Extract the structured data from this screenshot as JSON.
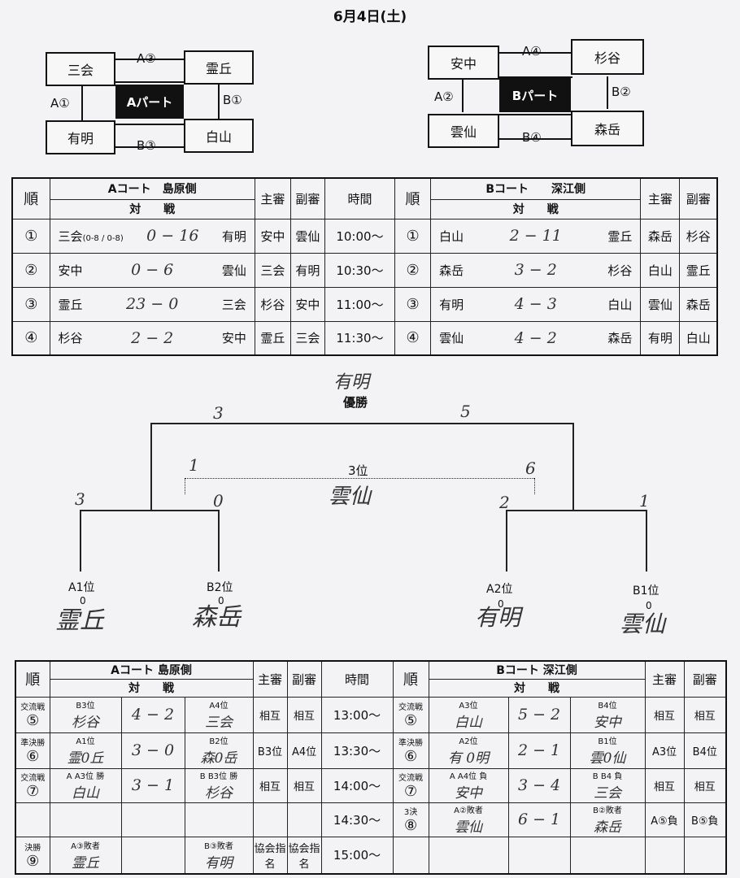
{
  "header": {
    "date": "6月4日(土)"
  },
  "partA": {
    "label": "Aパート",
    "teams": {
      "tl": "三会",
      "tr": "霊丘",
      "bl": "有明",
      "br": "白山"
    },
    "games": {
      "top": "A③",
      "left": "A①",
      "right": "B①",
      "bottom": "B③"
    }
  },
  "partB": {
    "label": "Bパート",
    "teams": {
      "tl": "安中",
      "tr": "杉谷",
      "bl": "雲仙",
      "br": "森岳"
    },
    "games": {
      "top": "A④",
      "left": "A②",
      "right": "B②",
      "bottom": "B④"
    }
  },
  "sched1": {
    "headers": {
      "order": "順",
      "a_court": "Aコート　島原側",
      "vs": "対　　戦",
      "main_ref": "主審",
      "sub_ref": "副審",
      "time": "時間",
      "b_court": "Bコート　　深江側"
    },
    "rows": [
      {
        "no": "①",
        "a_home": "三会",
        "a_sub": "(0-8 / 0-8)",
        "a_score": "0 − 16",
        "a_away": "有明",
        "a_main": "安中",
        "a_assist": "雲仙",
        "time": "10:00〜",
        "b_home": "白山",
        "b_score": "2 − 11",
        "b_away": "霊丘",
        "b_main": "森岳",
        "b_assist": "杉谷"
      },
      {
        "no": "②",
        "a_home": "安中",
        "a_sub": "",
        "a_score": "0 − 6",
        "a_away": "雲仙",
        "a_main": "三会",
        "a_assist": "有明",
        "time": "10:30〜",
        "b_home": "森岳",
        "b_score": "3 − 2",
        "b_away": "杉谷",
        "b_main": "白山",
        "b_assist": "霊丘"
      },
      {
        "no": "③",
        "a_home": "霊丘",
        "a_sub": "",
        "a_score": "23 − 0",
        "a_away": "三会",
        "a_main": "杉谷",
        "a_assist": "安中",
        "time": "11:00〜",
        "b_home": "有明",
        "b_score": "4 − 3",
        "b_away": "白山",
        "b_main": "雲仙",
        "b_assist": "森岳"
      },
      {
        "no": "④",
        "a_home": "杉谷",
        "a_sub": "",
        "a_score": "2 − 2",
        "a_away": "安中",
        "a_main": "霊丘",
        "a_assist": "三会",
        "time": "11:30〜",
        "b_home": "雲仙",
        "b_score": "4 − 2",
        "b_away": "森岳",
        "b_main": "有明",
        "b_assist": "白山"
      }
    ]
  },
  "bracket": {
    "champion_hand": "有明",
    "champion_label": "優勝",
    "final_left": "3",
    "final_right": "5",
    "third_label": "3位",
    "third_left": "1",
    "third_right": "6",
    "third_winner": "雲仙",
    "semi_ll": "3",
    "semi_lr": "0",
    "semi_rl": "2",
    "semi_rr": "1",
    "seeds": [
      {
        "label": "A1位",
        "zero": "0",
        "hand": "霊丘"
      },
      {
        "label": "B2位",
        "zero": "0",
        "hand": "森岳"
      },
      {
        "label": "A2位",
        "zero": "0",
        "hand": "有明"
      },
      {
        "label": "B1位",
        "zero": "0",
        "hand": "雲仙"
      }
    ]
  },
  "sched2": {
    "headers": {
      "order": "順",
      "a_court": "Aコート 島原側",
      "vs": "対　　戦",
      "main_ref": "主審",
      "sub_ref": "副審",
      "time": "時間",
      "b_court": "Bコート 深江側"
    },
    "rows": [
      {
        "a_kind": "交流戦",
        "a_no": "⑤",
        "a_home_lbl": "B3位",
        "a_home": "杉谷",
        "a_score": "4 − 2",
        "a_away_lbl": "A4位",
        "a_away": "三会",
        "a_main": "相互",
        "a_assist": "相互",
        "time": "13:00〜",
        "b_kind": "交流戦",
        "b_no": "⑤",
        "b_home_lbl": "A3位",
        "b_home": "白山",
        "b_score": "5 − 2",
        "b_away_lbl": "B4位",
        "b_away": "安中",
        "b_main": "相互",
        "b_assist": "相互"
      },
      {
        "a_kind": "準決勝",
        "a_no": "⑥",
        "a_home_lbl": "A1位",
        "a_home": "霊0丘",
        "a_score": "3 − 0",
        "a_away_lbl": "B2位",
        "a_away": "森0岳",
        "a_main": "B3位",
        "a_assist": "A4位",
        "time": "13:30〜",
        "b_kind": "準決勝",
        "b_no": "⑥",
        "b_home_lbl": "A2位",
        "b_home": "有 0明",
        "b_score": "2 − 1",
        "b_away_lbl": "B1位",
        "b_away": "雲0仙",
        "b_main": "A3位",
        "b_assist": "B4位"
      },
      {
        "a_kind": "交流戦",
        "a_no": "⑦",
        "a_home_lbl": "A A3位 勝",
        "a_home": "白山",
        "a_score": "3 − 1",
        "a_away_lbl": "B B3位 勝",
        "a_away": "杉谷",
        "a_main": "相互",
        "a_assist": "相互",
        "time": "14:00〜",
        "b_kind": "交流戦",
        "b_no": "⑦",
        "b_home_lbl": "A A4位 負",
        "b_home": "安中",
        "b_score": "3 − 4",
        "b_away_lbl": "B B4 負",
        "b_away": "三会",
        "b_main": "相互",
        "b_assist": "相互"
      },
      {
        "time": "14:30〜",
        "b_kind": "3決",
        "b_no": "⑧",
        "b_home_lbl": "A②敗者",
        "b_home": "雲仙",
        "b_score": "6 − 1",
        "b_away_lbl": "B②敗者",
        "b_away": "森岳",
        "b_main": "A⑤負",
        "b_assist": "B⑤負"
      },
      {
        "a_kind": "決勝",
        "a_no": "⑨",
        "a_home_lbl": "A③敗者",
        "a_home": "霊丘",
        "a_away_lbl": "B③敗者",
        "a_away": "有明",
        "a_main": "協会指名",
        "a_assist": "協会指名",
        "time": "15:00〜"
      }
    ]
  }
}
